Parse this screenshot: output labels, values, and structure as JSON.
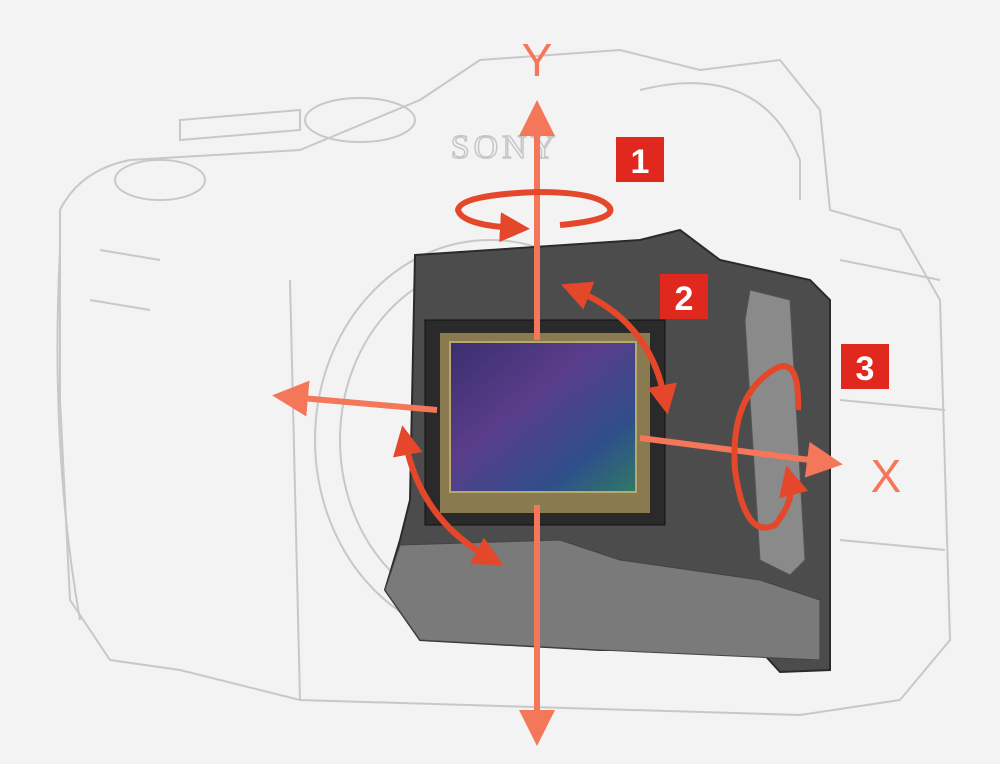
{
  "brand": "SONY",
  "axes": {
    "y_label": "Y",
    "x_label": "X"
  },
  "badges": [
    {
      "label": "1"
    },
    {
      "label": "2"
    },
    {
      "label": "3"
    }
  ],
  "colors": {
    "arrow": "#f4775a",
    "badge": "#e0281e",
    "rotation": "#f05a1e",
    "plate": "#4a4a4a",
    "background": "#f3f3f3"
  }
}
